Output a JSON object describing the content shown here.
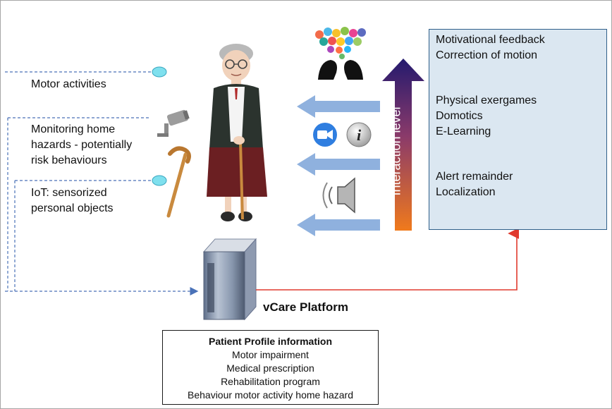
{
  "sensors": {
    "motor": "Motor activities",
    "hazards_1": "Monitoring home",
    "hazards_2": "hazards - potentially",
    "hazards_3": "risk behaviours",
    "iot_1": "IoT: sensorized",
    "iot_2": "personal objects"
  },
  "interaction_level": "Interaction level",
  "services": {
    "motivational_feedback": "Motivational feedback",
    "correction_of_motion": "Correction of motion",
    "physical_exergames": "Physical exergames",
    "domotics": "Domotics",
    "e_learning": "E-Learning",
    "alert_remainder": "Alert remainder",
    "localization": "Localization"
  },
  "platform_label": "vCare Platform",
  "profile": {
    "title": "Patient Profile information",
    "items": [
      "Motor impairment",
      "Medical prescription",
      "Rehabilitation program",
      "Behaviour motor activity home hazard"
    ]
  },
  "colors": {
    "connector_blue": "#4a72b8",
    "feedback_arrow_blue": "#8fb1de",
    "platform_link_red": "#e03a2e",
    "services_box_fill": "#dbe7f1",
    "sensor_dot": "#7fe0ee",
    "level_gradient_top": "#241a6e",
    "level_gradient_bottom": "#f07a1c"
  },
  "icons": [
    "elderly-woman-illustration",
    "security-camera-icon",
    "walking-cane-icon",
    "speech-bubbles-icon",
    "video-camera-icon",
    "info-icon",
    "speaker-icon",
    "server-icon"
  ]
}
